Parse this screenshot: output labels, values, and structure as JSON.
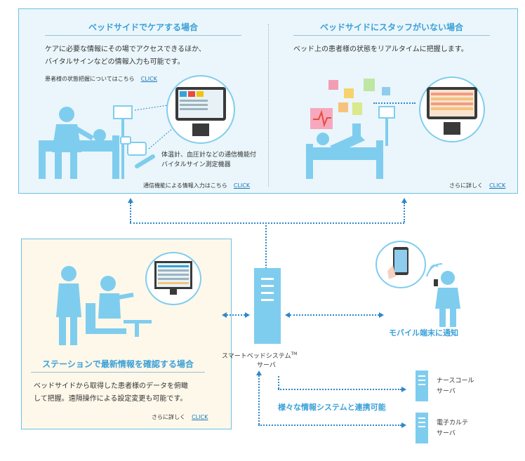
{
  "bedside_care": {
    "title": "ベッドサイドでケアする場合",
    "desc_line1": "ケアに必要な情報にその場でアクセスできるほか、",
    "desc_line2": "バイタルサインなどの情報入力も可能です。",
    "patient_link_text": "患者様の状態把握についてはこちら",
    "patient_link_label": "CLICK",
    "device_label_line1": "体温計、血圧計などの通信機能付",
    "device_label_line2": "バイタルサイン測定機器",
    "comm_link_text": "通信機能による情報入力はこちら",
    "comm_link_label": "CLICK"
  },
  "no_staff": {
    "title": "ベッドサイドにスタッフがいない場合",
    "desc": "ベッド上の患者様の状態をリアルタイムに把握します。",
    "more_text": "さらに詳しく",
    "more_label": "CLICK"
  },
  "station": {
    "title": "ステーションで最新情報を確認する場合",
    "desc_line1": "ベッドサイドから取得した患者様のデータを俯瞰",
    "desc_line2": "して把握。遠隔操作による設定変更も可能です。",
    "more_text": "さらに詳しく",
    "more_label": "CLICK"
  },
  "server": {
    "name_line1": "スマートベッドシステム",
    "tm": "TM",
    "name_line2": "サーバ"
  },
  "mobile": {
    "label": "モバイル端末に通知"
  },
  "integration": {
    "label": "様々な情報システムと連携可能"
  },
  "nurse_call": {
    "line1": "ナースコール",
    "line2": "サーバ"
  },
  "ehr": {
    "line1": "電子カルテ",
    "line2": "サーバ"
  },
  "colors": {
    "accent": "#3aa0d8",
    "figure": "#7fcdee",
    "arrow": "#2f87c8",
    "panel_blue": "#eaf6fb",
    "panel_cream": "#fdf8ea"
  }
}
